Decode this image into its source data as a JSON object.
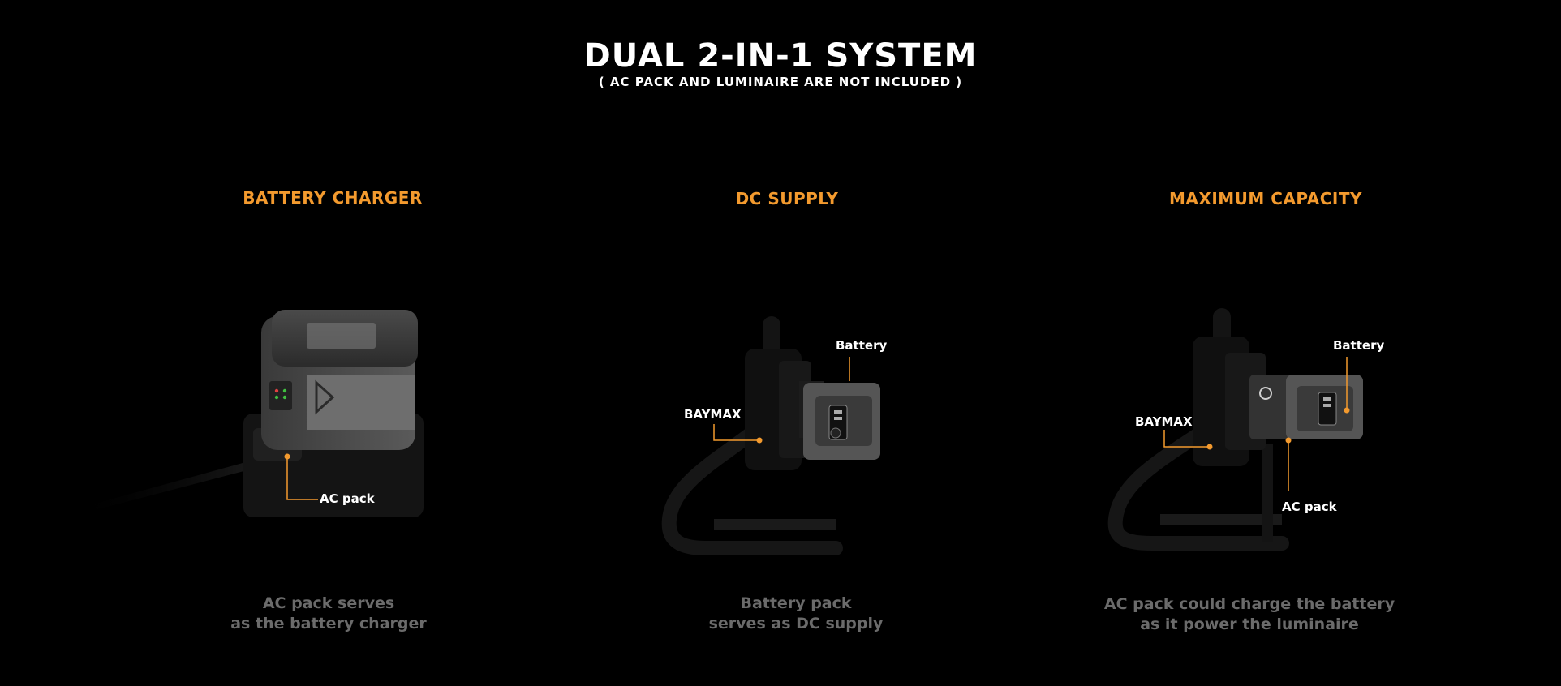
{
  "header": {
    "title": "DUAL 2-IN-1 SYSTEM",
    "subtitle": "( AC PACK AND LUMINAIRE ARE NOT INCLUDED )"
  },
  "accent_color": "#f39a2e",
  "caption_color": "#6b6b6b",
  "panels": [
    {
      "title": "BATTERY CHARGER",
      "callouts": [
        "AC pack"
      ],
      "caption": [
        "AC pack serves",
        "as the battery charger"
      ]
    },
    {
      "title": "DC SUPPLY",
      "callouts": [
        "Battery",
        "BAYMAX"
      ],
      "caption": [
        "Battery pack",
        "serves as DC supply"
      ]
    },
    {
      "title": "MAXIMUM CAPACITY",
      "callouts": [
        "Battery",
        "BAYMAX",
        "AC pack"
      ],
      "caption": [
        "AC pack could charge the battery",
        "as it power the luminaire"
      ]
    }
  ]
}
